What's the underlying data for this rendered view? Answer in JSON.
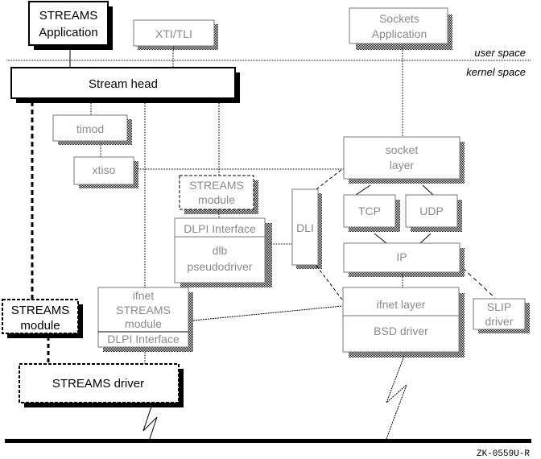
{
  "figure_id": "ZK-0559U-R",
  "regions": {
    "user_space": "user space",
    "kernel_space": "kernel space"
  },
  "boxes": {
    "streams_application": [
      "STREAMS",
      "Application"
    ],
    "xti_tli": "XTI/TLI",
    "sockets_application": [
      "Sockets",
      "Application"
    ],
    "stream_head": "Stream head",
    "timod": "timod",
    "xtiso": "xtiso",
    "streams_module_upper": [
      "STREAMS",
      "module"
    ],
    "dlpi_interface_upper": "DLPI Interface",
    "dlb_pseudodriver": [
      "dlb",
      "pseudodriver"
    ],
    "dli": "DLI",
    "socket_layer": [
      "socket",
      "layer"
    ],
    "tcp": "TCP",
    "udp": "UDP",
    "ip": "IP",
    "streams_module_left": [
      "STREAMS",
      "module"
    ],
    "ifnet_streams_module": [
      "ifnet",
      "STREAMS",
      "module"
    ],
    "dlpi_interface_lower": "DLPI Interface",
    "ifnet_layer": "ifnet layer",
    "bsd_driver": "BSD driver",
    "slip_driver": [
      "SLIP",
      "driver"
    ],
    "streams_driver": "STREAMS driver"
  }
}
